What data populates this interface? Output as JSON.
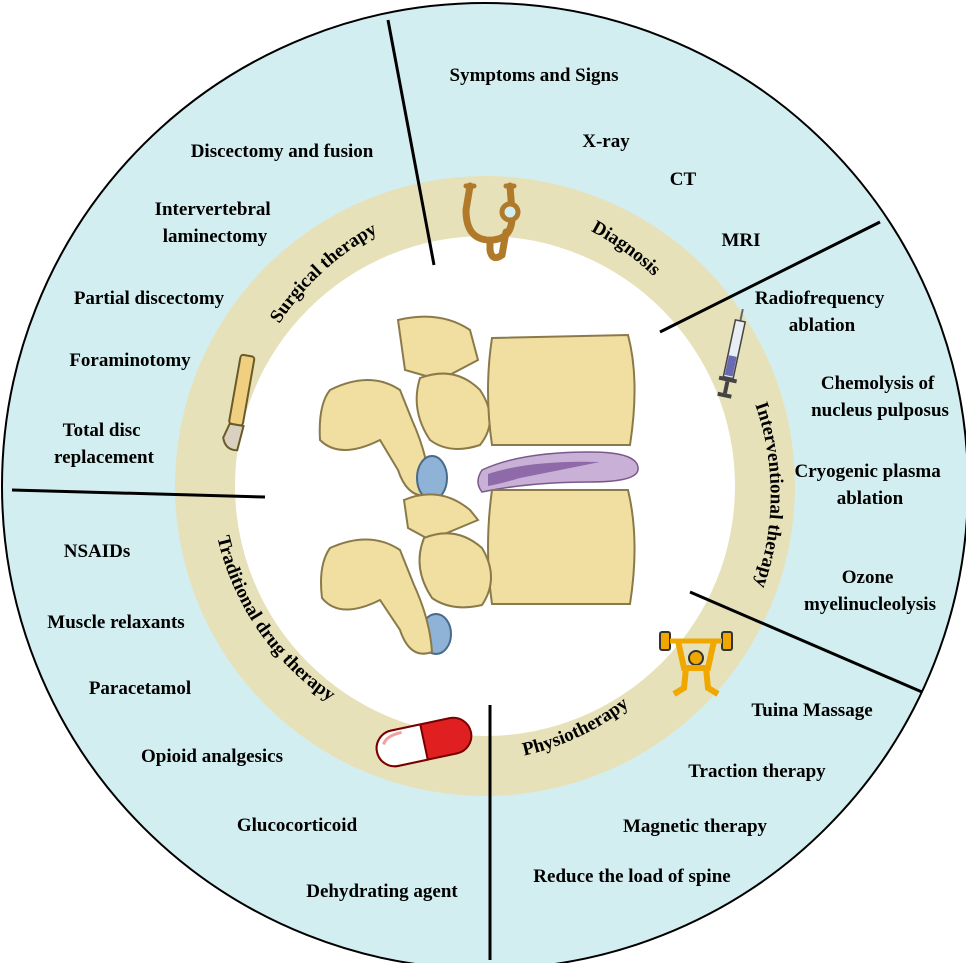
{
  "colors": {
    "outer_fill": "#d3eef0",
    "ring_fill": "#e6e1b8",
    "center_fill": "#ffffff",
    "divider": "#000000",
    "bone": "#f0dfa0",
    "bone_stroke": "#8a7a4a",
    "disc": "#8f6aa8",
    "disc_light": "#c9b0d6",
    "joint": "#8fb3d6",
    "icon_gold": "#f0a800",
    "stethoscope": "#b07a2a",
    "pill_red": "#e02020"
  },
  "sectors": {
    "diagnosis": {
      "label": "Diagnosis",
      "icon": "stethoscope-icon",
      "items": [
        "Symptoms and Signs",
        "X-ray",
        "CT",
        "MRI"
      ]
    },
    "interventional": {
      "label": "Interventional therapy",
      "icon": "syringe-icon",
      "items": [
        [
          "Radiofrequency",
          "ablation"
        ],
        [
          "Chemolysis of",
          "nucleus pulposus"
        ],
        [
          "Cryogenic plasma",
          "ablation"
        ],
        [
          "Ozone",
          "myelinucleolysis"
        ]
      ]
    },
    "physiotherapy": {
      "label": "Physiotherapy",
      "icon": "weightlifter-icon",
      "items": [
        "Tuina Massage",
        "Traction therapy",
        "Magnetic therapy",
        "Reduce the load of spine"
      ]
    },
    "drug": {
      "label": "Traditional drug therapy",
      "icon": "capsule-icon",
      "items": [
        "NSAIDs",
        "Muscle relaxants",
        "Paracetamol",
        "Opioid analgesics",
        "Glucocorticoid",
        "Dehydrating agent"
      ]
    },
    "surgical": {
      "label": "Surgical therapy",
      "icon": "scalpel-icon",
      "items": [
        [
          "Discectomy and fusion"
        ],
        [
          "Intervertebral",
          "laminectomy"
        ],
        [
          "Partial discectomy"
        ],
        [
          "Foraminotomy"
        ],
        [
          "Total disc",
          "replacement"
        ]
      ]
    }
  },
  "center": {
    "icon": "herniated-disc-spine-icon"
  }
}
